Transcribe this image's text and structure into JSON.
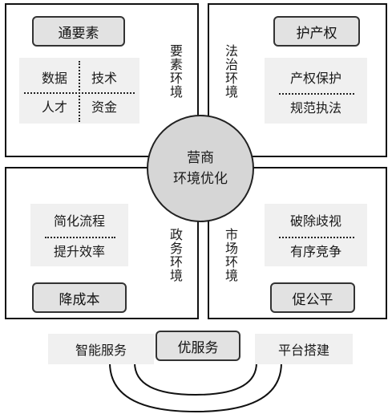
{
  "center": {
    "line1": "营商",
    "line2": "环境优化"
  },
  "quadrants": {
    "top_left": {
      "vertical_label": "要素环境",
      "pill": "通要素",
      "grid": [
        "数据",
        "技术",
        "人才",
        "资金"
      ]
    },
    "top_right": {
      "vertical_label": "法治环境",
      "pill": "护产权",
      "items": [
        "产权保护",
        "规范执法"
      ]
    },
    "bottom_left": {
      "vertical_label": "政务环境",
      "pill": "降成本",
      "items": [
        "简化流程",
        "提升效率"
      ]
    },
    "bottom_right": {
      "vertical_label": "市场环境",
      "pill": "促公平",
      "items": [
        "破除歧视",
        "有序竞争"
      ]
    }
  },
  "bottom": {
    "left": "智能服务",
    "pill": "优服务",
    "right": "平台搭建"
  }
}
